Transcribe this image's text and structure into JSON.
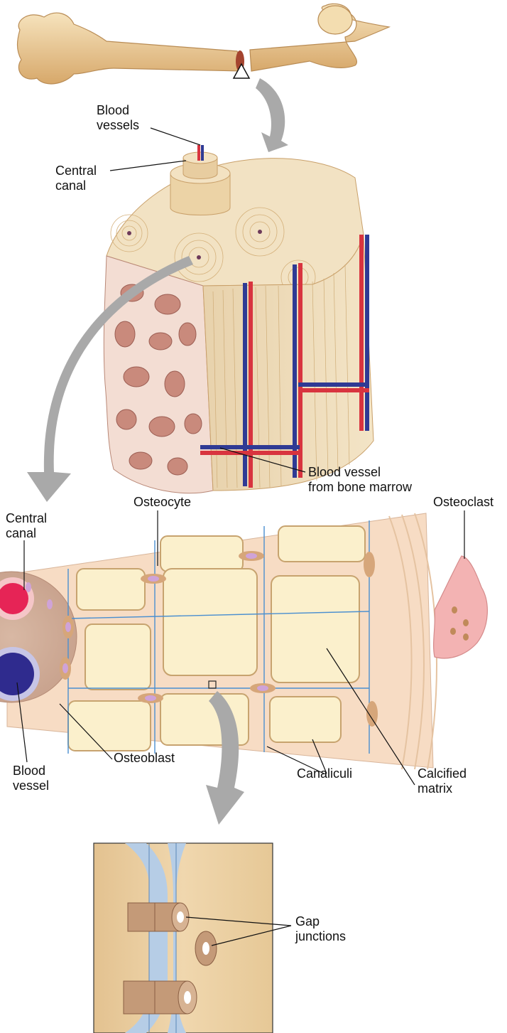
{
  "labels": {
    "blood_vessels": "Blood\nvessels",
    "central_canal_top": "Central\ncanal",
    "blood_vessel_marrow": "Blood vessel\nfrom bone marrow",
    "central_canal_left": "Central\ncanal",
    "osteocyte": "Osteocyte",
    "osteoclast": "Osteoclast",
    "blood_vessel": "Blood\nvessel",
    "osteoblast": "Osteoblast",
    "canaliculi": "Canaliculi",
    "calcified_matrix": "Calcified\nmatrix",
    "gap_junctions": "Gap\njunctions"
  },
  "colors": {
    "bone": "#f1d9ad",
    "bone_shadow": "#d9b27a",
    "spongy_bone": "#c98a7c",
    "artery": "#d8343f",
    "vein": "#2f3a94",
    "matrix": "#fbf0cc",
    "canaliculi_line": "#4a8fd0",
    "osteoclast": "#f3b3b3",
    "arrow": "#a9a9a9",
    "panel_bg": "#ecd0a4",
    "panel_channel": "#b6cde6",
    "connexon": "#b98b6b"
  }
}
